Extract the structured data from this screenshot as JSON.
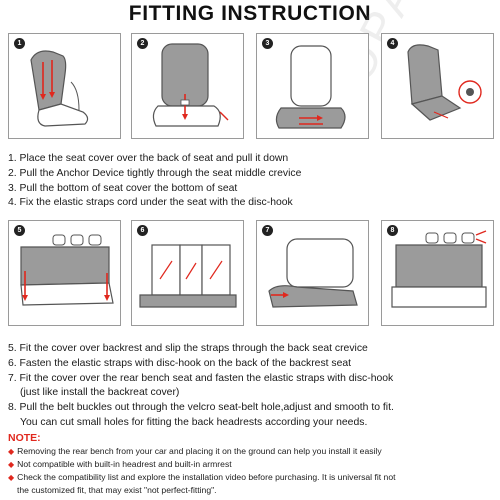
{
  "title": "FITTING INSTRUCTION",
  "watermark": "COPAP",
  "panel_numbers": [
    "1",
    "2",
    "3",
    "4",
    "5",
    "6",
    "7",
    "8"
  ],
  "steps_top": [
    "1. Place the seat cover over the back of seat and pull it down",
    "2. Pull the Anchor Device tightly through the seat middle crevice",
    "3. Pull the bottom of seat cover the bottom of seat",
    "4. Fix the elastic straps cord under the seat with the disc-hook"
  ],
  "steps_bottom": [
    "5. Fit the cover over backrest and slip the straps through the back seat crevice",
    "6. Fasten the elastic straps with disc-hook on the back of the backrest seat",
    "7. Fit the cover over the rear bench seat and fasten the elastic straps with disc-hook",
    "(just like install the backreat cover)",
    "8. Pull the belt buckles out through the velcro seat-belt hole,adjust and smooth to fit.",
    "You can cut small holes for fitting the back headrests according your needs."
  ],
  "note_title": "NOTE:",
  "notes": [
    "Removing the rear bench from your car and placing it on the ground can help you  install it easily",
    "Not compatible with built-in headrest and built-in armrest",
    "Check the compatibility list and explore the installation video before purchasing.  It is universal fit not",
    "the customized fit, that may exist \"not perfect-fitting\"."
  ],
  "colors": {
    "accent": "#e0281e",
    "cover": "#9b9b9b",
    "outline": "#555555"
  }
}
